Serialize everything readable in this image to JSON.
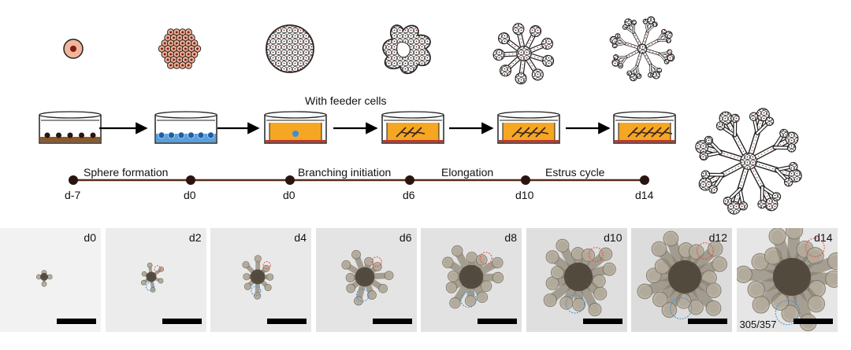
{
  "figure": {
    "culture_label": "With feeder cells",
    "stages": [
      {
        "label": "Sphere formation"
      },
      {
        "label": "Branching initiation"
      },
      {
        "label": "Elongation"
      },
      {
        "label": "Estrus cycle"
      }
    ],
    "timeline_days": [
      "d-7",
      "d0",
      "d0",
      "d6",
      "d10",
      "d14"
    ],
    "panels": [
      {
        "day": "d0"
      },
      {
        "day": "d2"
      },
      {
        "day": "d4"
      },
      {
        "day": "d6"
      },
      {
        "day": "d8"
      },
      {
        "day": "d10"
      },
      {
        "day": "d12"
      },
      {
        "day": "d14",
        "count": "305/357"
      }
    ],
    "colors": {
      "cell_fill": "#f2b49a",
      "nucleus": "#7a1f14",
      "medium": "#f5a623",
      "gel": "#c0392b",
      "seed": "#3a8fd8",
      "highlight_red": "#e74c3c",
      "highlight_blue": "#3a8fd8"
    }
  }
}
